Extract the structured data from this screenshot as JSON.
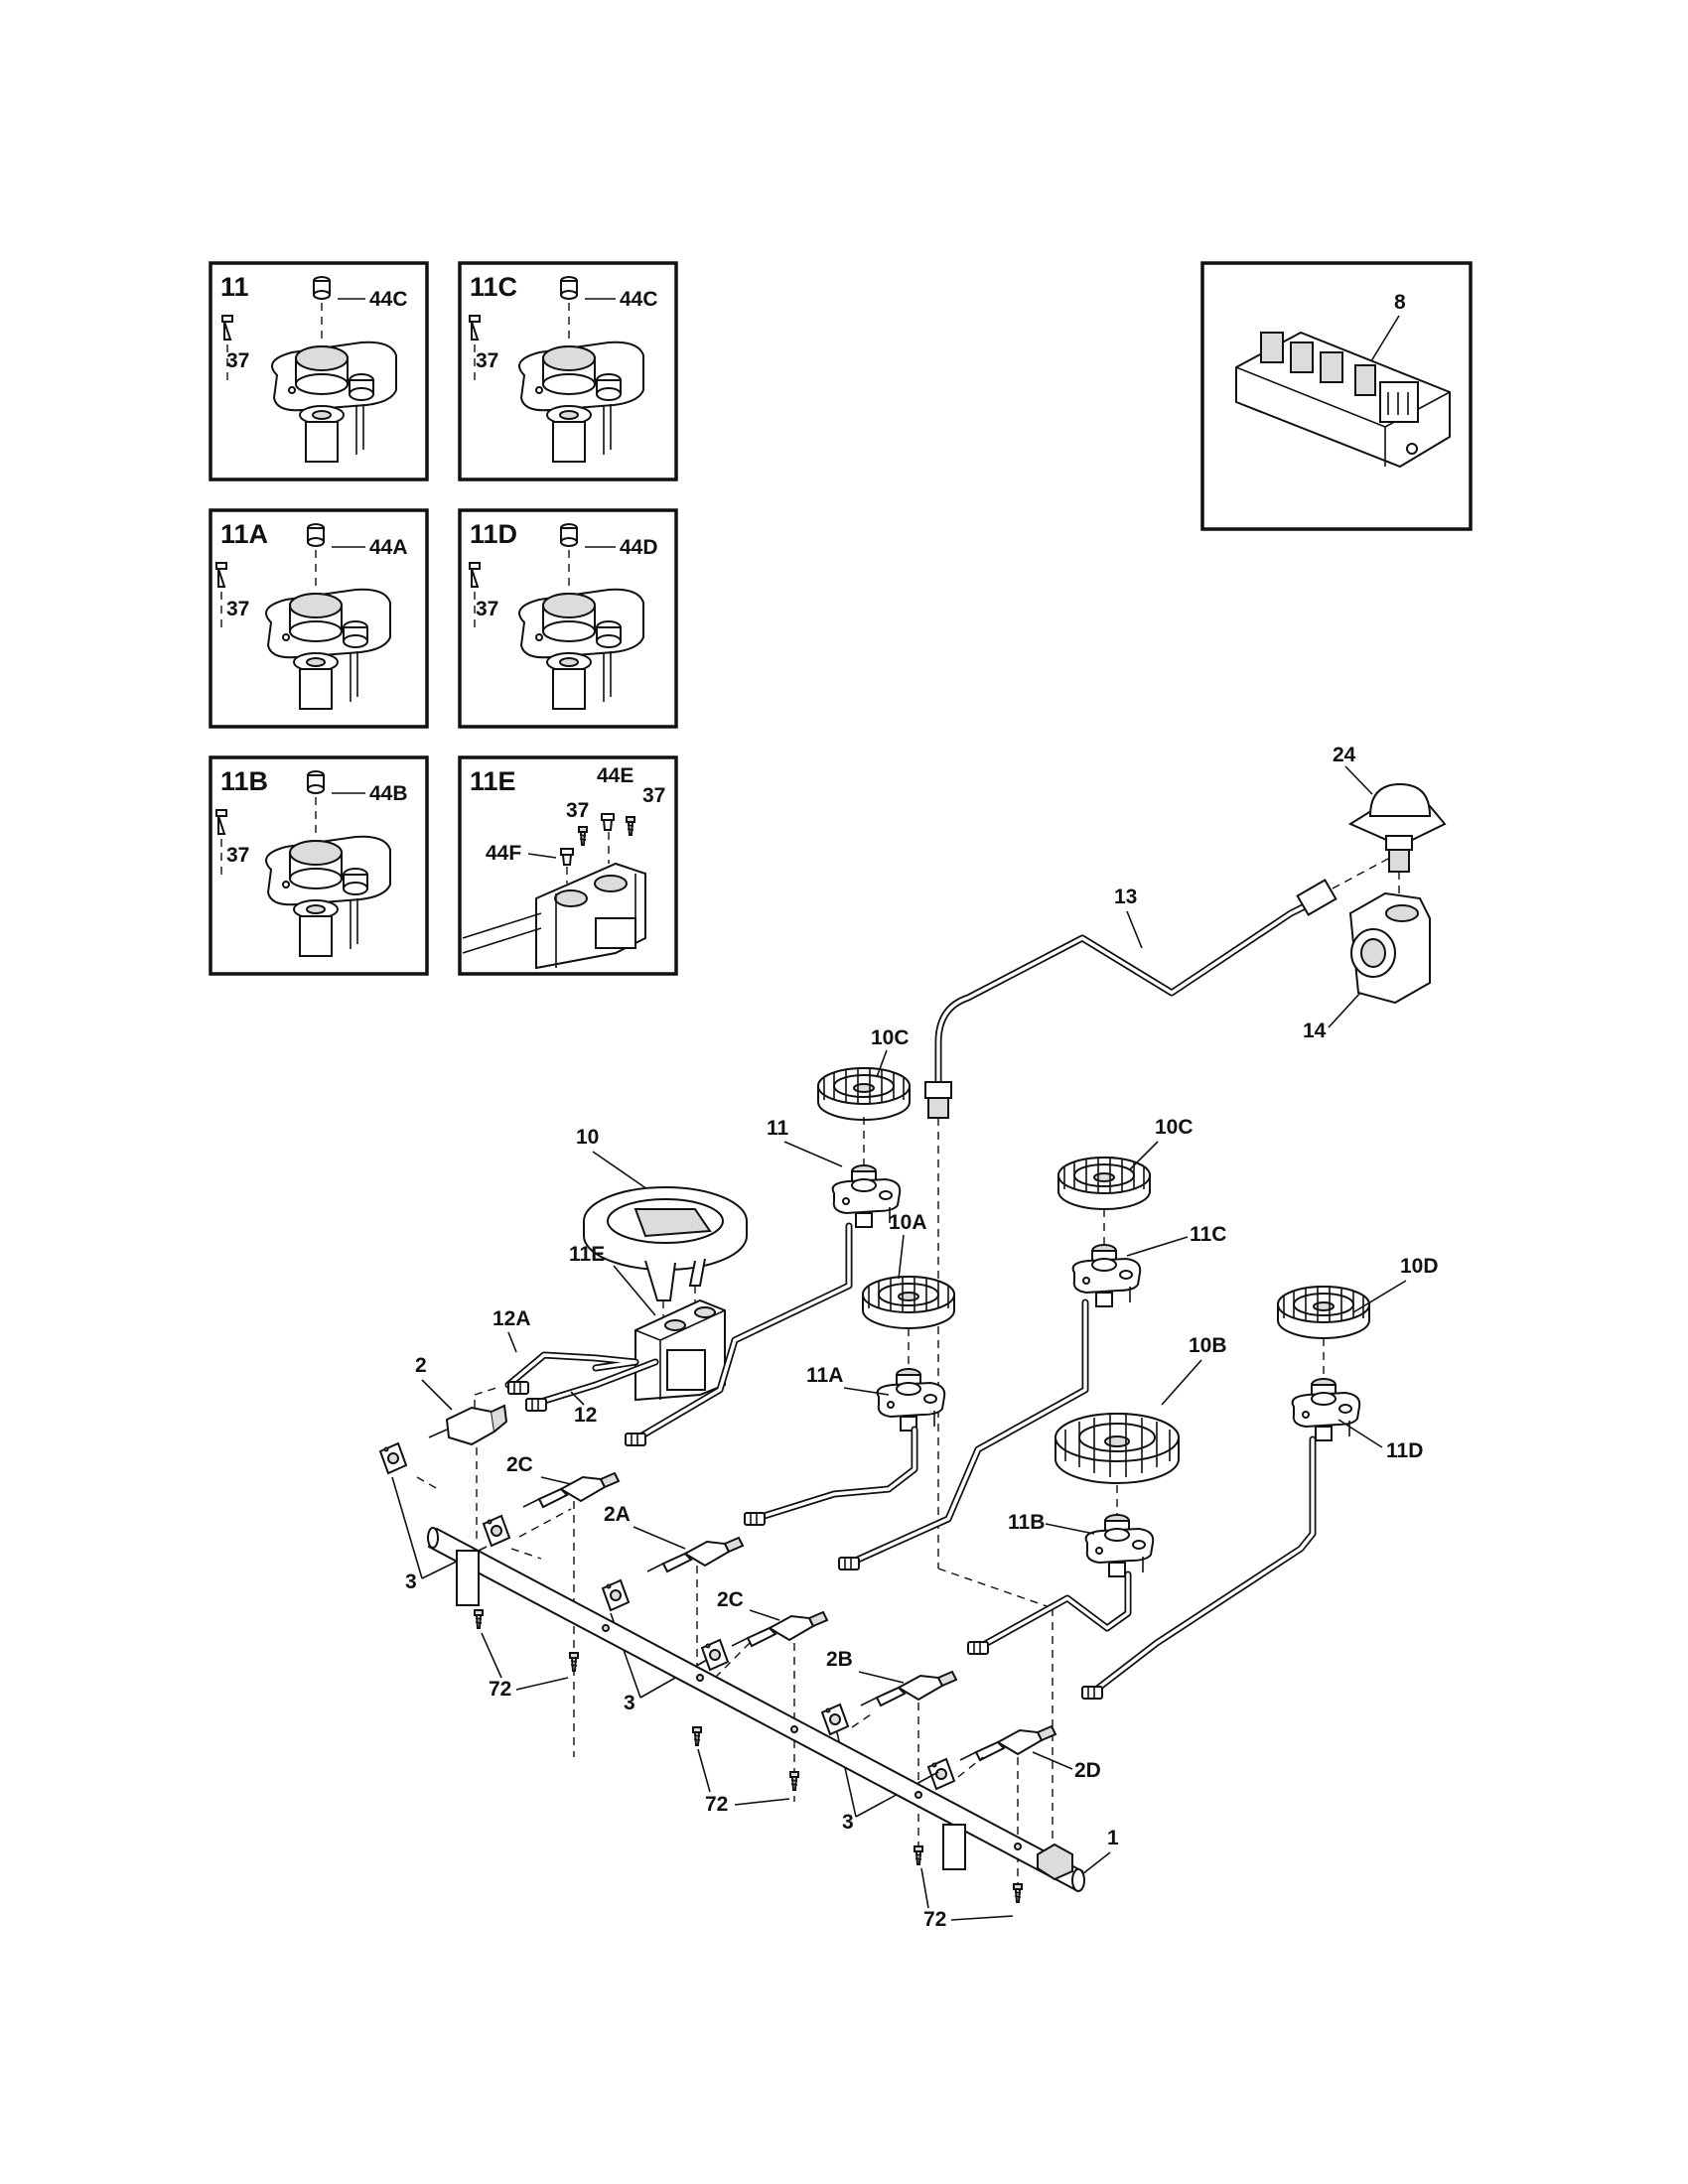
{
  "insets": [
    {
      "title": "11",
      "labels": [
        "44C",
        "37"
      ]
    },
    {
      "title": "11C",
      "labels": [
        "44C",
        "37"
      ]
    },
    {
      "title": "11A",
      "labels": [
        "44A",
        "37"
      ]
    },
    {
      "title": "11D",
      "labels": [
        "44D",
        "37"
      ]
    },
    {
      "title": "11B",
      "labels": [
        "44B",
        "37"
      ]
    },
    {
      "title": "11E",
      "labels": [
        "44E",
        "37",
        "37",
        "44F"
      ]
    }
  ],
  "igniter_inset": {
    "label": "8"
  },
  "callouts": {
    "c24": "24",
    "c13": "13",
    "c14": "14",
    "c10C_top": "10C",
    "c11": "11",
    "c10": "10",
    "c11E": "11E",
    "c10A": "10A",
    "c10C_right": "10C",
    "c11C": "11C",
    "c10D": "10D",
    "c12A": "12A",
    "c2": "2",
    "c12": "12",
    "c11A": "11A",
    "c10B": "10B",
    "c11D": "11D",
    "c2C_left": "2C",
    "c11B": "11B",
    "c2A": "2A",
    "c3_a": "3",
    "c2C_mid": "2C",
    "c2B": "2B",
    "c72_a": "72",
    "c3_b": "3",
    "c2D": "2D",
    "c72_b": "72",
    "c3_c": "3",
    "c1": "1",
    "c72_c": "72"
  }
}
